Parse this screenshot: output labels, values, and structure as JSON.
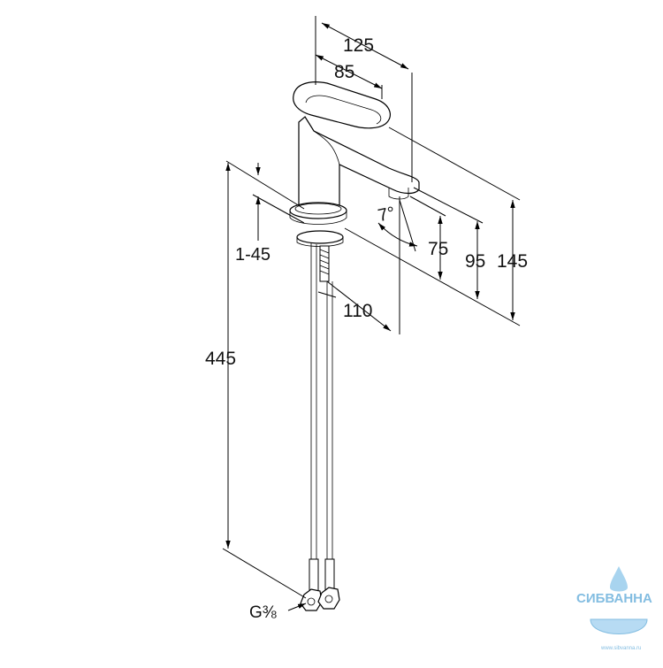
{
  "drawing": {
    "dimensions": {
      "overall_width": "125",
      "lever_length": "85",
      "spout_height_lower": "75",
      "spout_height_mid": "95",
      "total_height_top": "145",
      "spout_reach": "110",
      "deck_thickness": "1-45",
      "hose_length": "445",
      "spout_angle": "7°",
      "connection_prefix": "G",
      "connection_fraction": "⅜"
    },
    "watermark": {
      "brand": "СИБВАННА",
      "url": "www.sibvanna.ru",
      "color": "#5aa8d8"
    }
  }
}
